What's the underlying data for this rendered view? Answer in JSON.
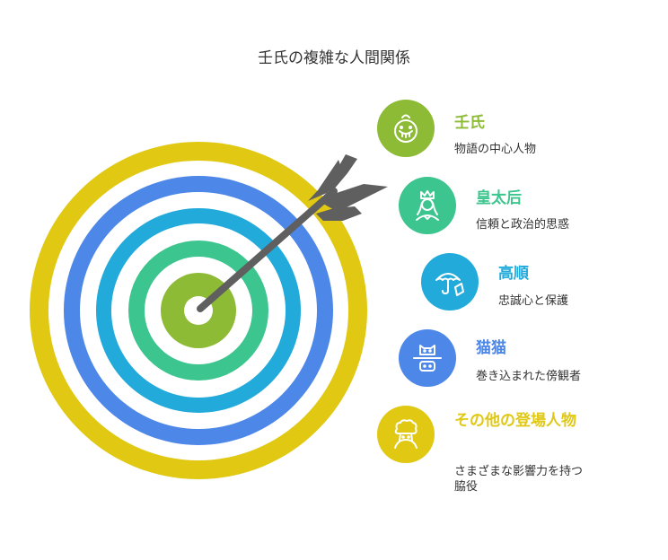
{
  "title": "壬氏の複雑な人間関係",
  "colors": {
    "ring_yellow": "#E0C813",
    "ring_blue": "#4D87E8",
    "ring_cyan": "#22AADB",
    "ring_green": "#3CC58E",
    "ring_lime": "#8DBB35",
    "arrow": "#5F5F5F"
  },
  "items": [
    {
      "name": "壬氏",
      "desc": "物語の中心人物",
      "color": "#8DBB35",
      "icon": "baby-face-icon"
    },
    {
      "name": "皇太后",
      "desc": "信頼と政治的思惑",
      "color": "#3CC58E",
      "icon": "queen-icon"
    },
    {
      "name": "高順",
      "desc": "忠誠心と保護",
      "color": "#22AADB",
      "icon": "umbrella-icon"
    },
    {
      "name": "猫猫",
      "desc": "巻き込まれた傍観者",
      "color": "#4D87E8",
      "icon": "two-faces-icon"
    },
    {
      "name": "その他の登場人物",
      "desc": "さまざまな影響力を持つ脇役",
      "color": "#E0C813",
      "icon": "crowd-icon"
    }
  ]
}
